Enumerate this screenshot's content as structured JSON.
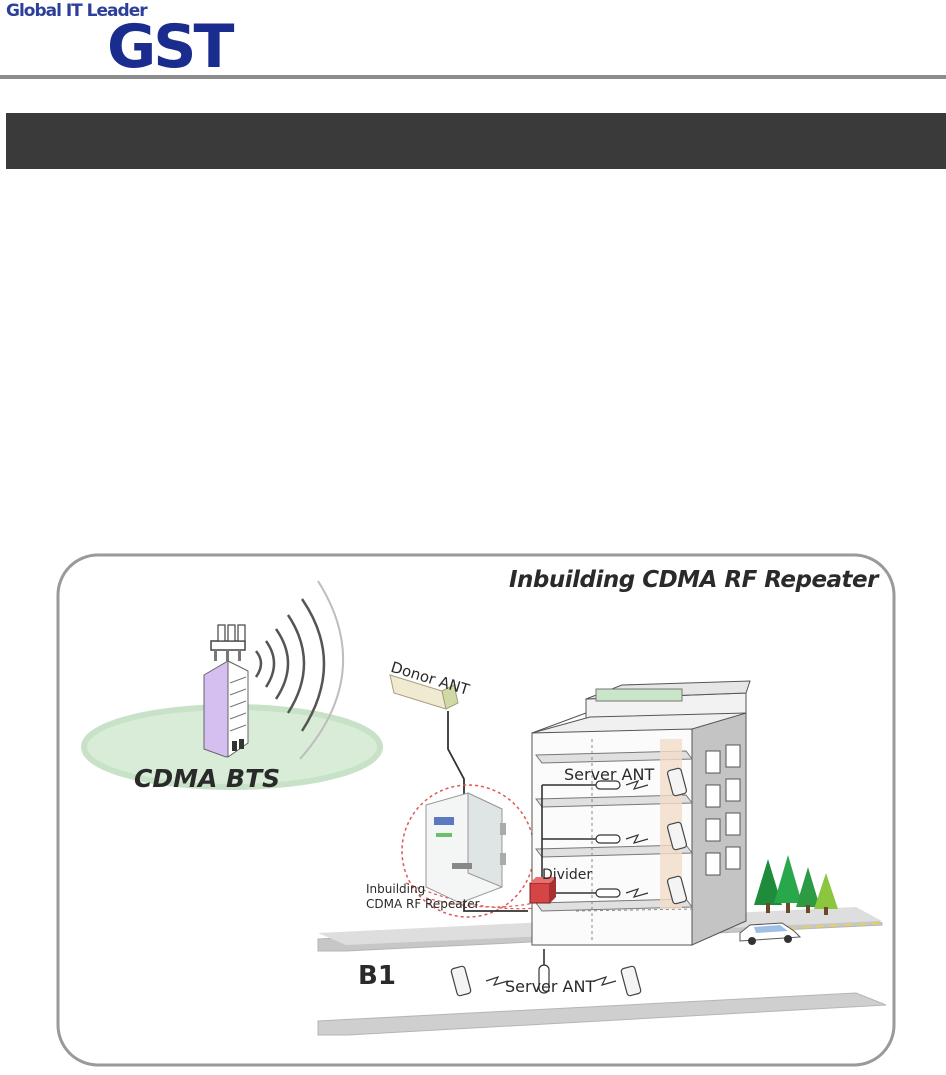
{
  "header": {
    "tagline": "Global IT Leader",
    "logo_text": "GST",
    "brand_color": "#1b2c8f"
  },
  "title_bar": {
    "color": "#3a3a3a"
  },
  "diagram": {
    "title": "Inbuilding CDMA RF Repeater",
    "labels": {
      "bts": "CDMA BTS",
      "donor_ant": "Donor ANT",
      "server_ant_upper": "Server ANT",
      "divider": "Divider",
      "repeater": "Inbuilding\nCDMA RF Repeater",
      "basement": "B1",
      "server_ant_basement": "Server ANT"
    },
    "icons": [
      "bts-tower-icon",
      "signal-wave-icon",
      "donor-antenna-icon",
      "repeater-unit-icon",
      "divider-icon",
      "server-antenna-icon",
      "mobile-phone-icon",
      "tree-icon",
      "car-icon",
      "building-icon"
    ]
  }
}
